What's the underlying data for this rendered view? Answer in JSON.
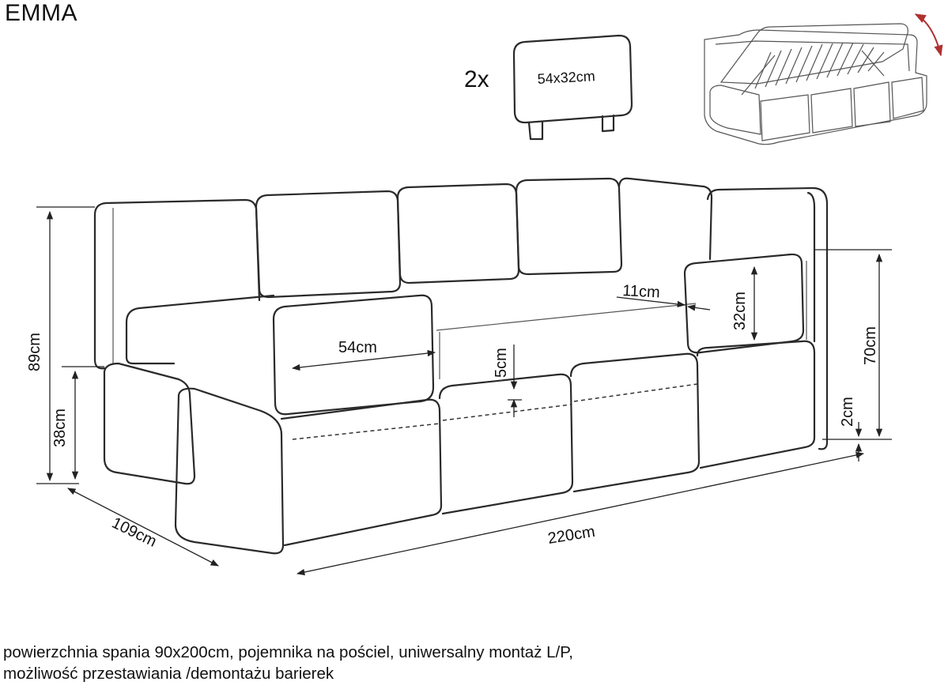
{
  "title": "EMMA",
  "pillow": {
    "count": "2x",
    "size": "54x32cm"
  },
  "dimensions": {
    "height_total": "89cm",
    "seat_height": "38cm",
    "depth": "109cm",
    "width": "220cm",
    "armrest_length": "54cm",
    "armrest_height": "32cm",
    "armrest_thickness": "11cm",
    "seat_step": "5cm",
    "back_height": "70cm",
    "leg_clearance": "2cm"
  },
  "description": {
    "line1": "powierzchnia spania 90x200cm, pojemnika na pościel, uniwersalny montaż L/P,",
    "line2": "możliwość przestawiania /demontażu barierek"
  },
  "colors": {
    "line": "#2a2a2a",
    "lift_arrow": "#b03030",
    "background": "#ffffff"
  }
}
